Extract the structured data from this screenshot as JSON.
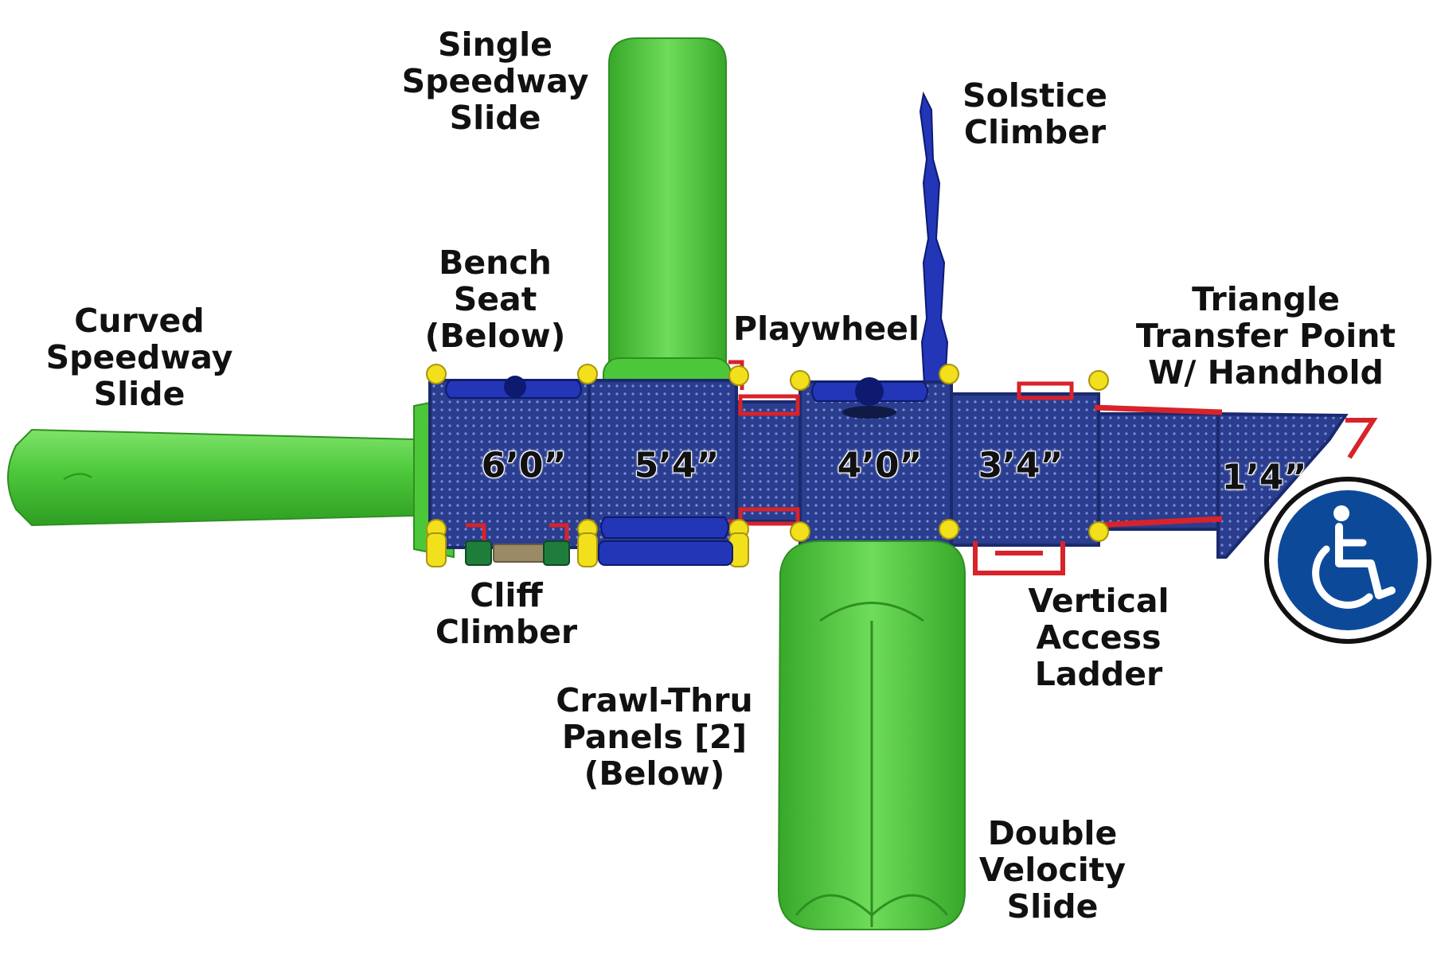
{
  "labels": {
    "single_speedway_slide": [
      "Single",
      "Speedway",
      "Slide"
    ],
    "solstice_climber": [
      "Solstice",
      "Climber"
    ],
    "bench_seat": [
      "Bench",
      "Seat",
      "(Below)"
    ],
    "curved_speedway_slide": [
      "Curved",
      "Speedway",
      "Slide"
    ],
    "playwheel": [
      "Playwheel"
    ],
    "triangle_transfer_point": [
      "Triangle",
      "Transfer Point",
      "W/ Handhold"
    ],
    "cliff_climber": [
      "Cliff",
      "Climber"
    ],
    "vertical_access_ladder": [
      "Vertical",
      "Access",
      "Ladder"
    ],
    "crawl_thru_panels": [
      "Crawl-Thru",
      "Panels [2]",
      "(Below)"
    ],
    "double_velocity_slide": [
      "Double",
      "Velocity",
      "Slide"
    ]
  },
  "deck_heights": [
    "6’0”",
    "5’4”",
    "4’0”",
    "3’4”",
    "1’4”"
  ],
  "accessibility_icon": "wheelchair-icon",
  "colors": {
    "slide_green": "#4cc73a",
    "deck_blue": "#2a3d8f",
    "rail_red": "#d8232a",
    "post_yellow": "#f2e01d",
    "climber_blue": "#2336b8",
    "access_blue": "#0c4a99"
  }
}
